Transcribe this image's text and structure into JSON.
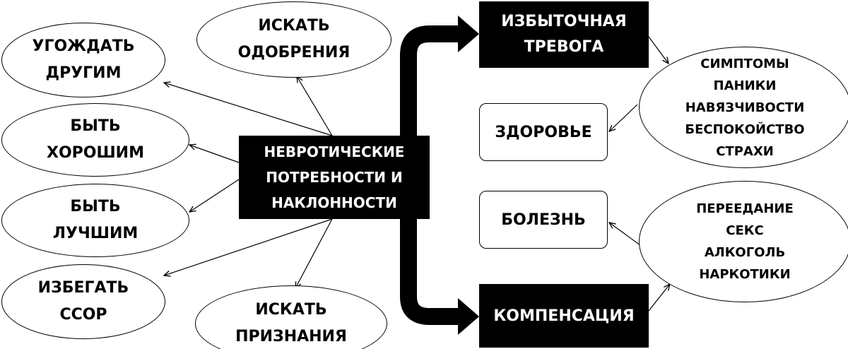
{
  "colors": {
    "dark_box": "#000000",
    "line": "#000000",
    "background": "#ffffff"
  },
  "center": {
    "lines": [
      "НЕВРОТИЧЕСКИЕ",
      "ПОТРЕБНОСТИ И",
      "НАКЛОННОСТИ"
    ]
  },
  "needs": {
    "please_others": [
      "УГОЖДАТЬ",
      "ДРУГИМ"
    ],
    "seek_approval": [
      "ИСКАТЬ",
      "ОДОБРЕНИЯ"
    ],
    "be_good": [
      "БЫТЬ",
      "ХОРОШИМ"
    ],
    "be_best": [
      "БЫТЬ",
      "ЛУЧШИМ"
    ],
    "avoid_conflict": [
      "ИЗБЕГАТЬ",
      "ССОР"
    ],
    "seek_recognition": [
      "ИСКАТЬ",
      "ПРИЗНАНИЯ"
    ]
  },
  "outcomes": {
    "anxiety": [
      "ИЗБЫТОЧНАЯ",
      "ТРЕВОГА"
    ],
    "compensation": "КОМПЕНСАЦИЯ",
    "health": "ЗДОРОВЬЕ",
    "illness": "БОЛЕЗНЬ"
  },
  "symptoms": [
    "СИМПТОМЫ",
    "ПАНИКИ",
    "НАВЯЗЧИВОСТИ",
    "БЕСПОКОЙСТВО",
    "СТРАХИ"
  ],
  "compensations": [
    "ПЕРЕЕДАНИЕ",
    "СЕКС",
    "АЛКОГОЛЬ",
    "НАРКОТИКИ"
  ]
}
